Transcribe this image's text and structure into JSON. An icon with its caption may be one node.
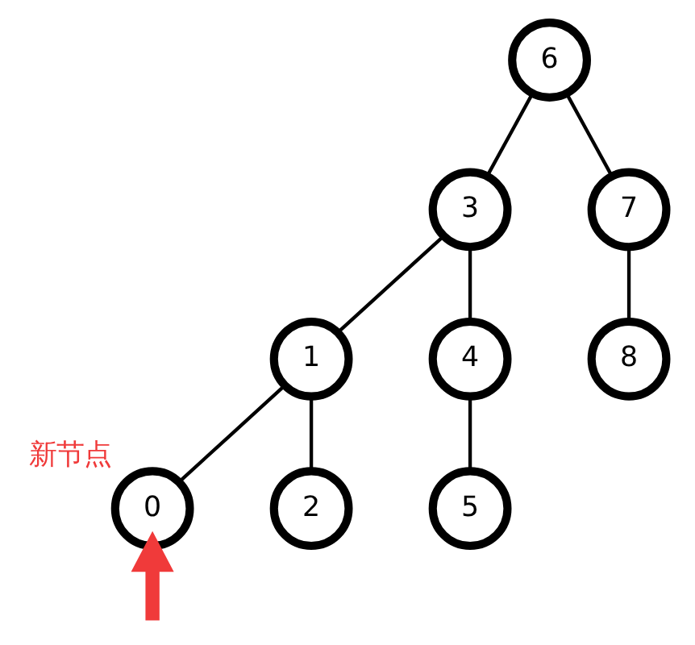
{
  "diagram": {
    "nodes": [
      {
        "text": [
          "6"
        ]
      },
      {
        "text": [
          "3"
        ]
      },
      {
        "text": [
          "7"
        ]
      },
      {
        "text": [
          "1"
        ]
      },
      {
        "text": [
          "4"
        ]
      },
      {
        "text": [
          "8"
        ]
      },
      {
        "text": [
          "0"
        ],
        "beside": [
          "新节点"
        ]
      },
      {
        "text": [
          "2"
        ]
      },
      {
        "text": [
          "5"
        ]
      }
    ],
    "edges": [
      {
        "from": 0,
        "to": 1,
        "arrow": "none"
      },
      {
        "from": 0,
        "to": 2,
        "arrow": "none"
      },
      {
        "from": 1,
        "to": 3,
        "arrow": "none"
      },
      {
        "from": 1,
        "to": 4,
        "arrow": "none"
      },
      {
        "from": 2,
        "to": 5,
        "arrow": "none"
      },
      {
        "from": 3,
        "to": 6,
        "arrow": "none"
      },
      {
        "from": 3,
        "to": 7,
        "arrow": "none"
      },
      {
        "from": 4,
        "to": 8,
        "arrow": "none"
      },
      {
        "from": null,
        "to": 6,
        "arrow": "to",
        "style": "thick",
        "color": "#f03a3a"
      }
    ]
  }
}
